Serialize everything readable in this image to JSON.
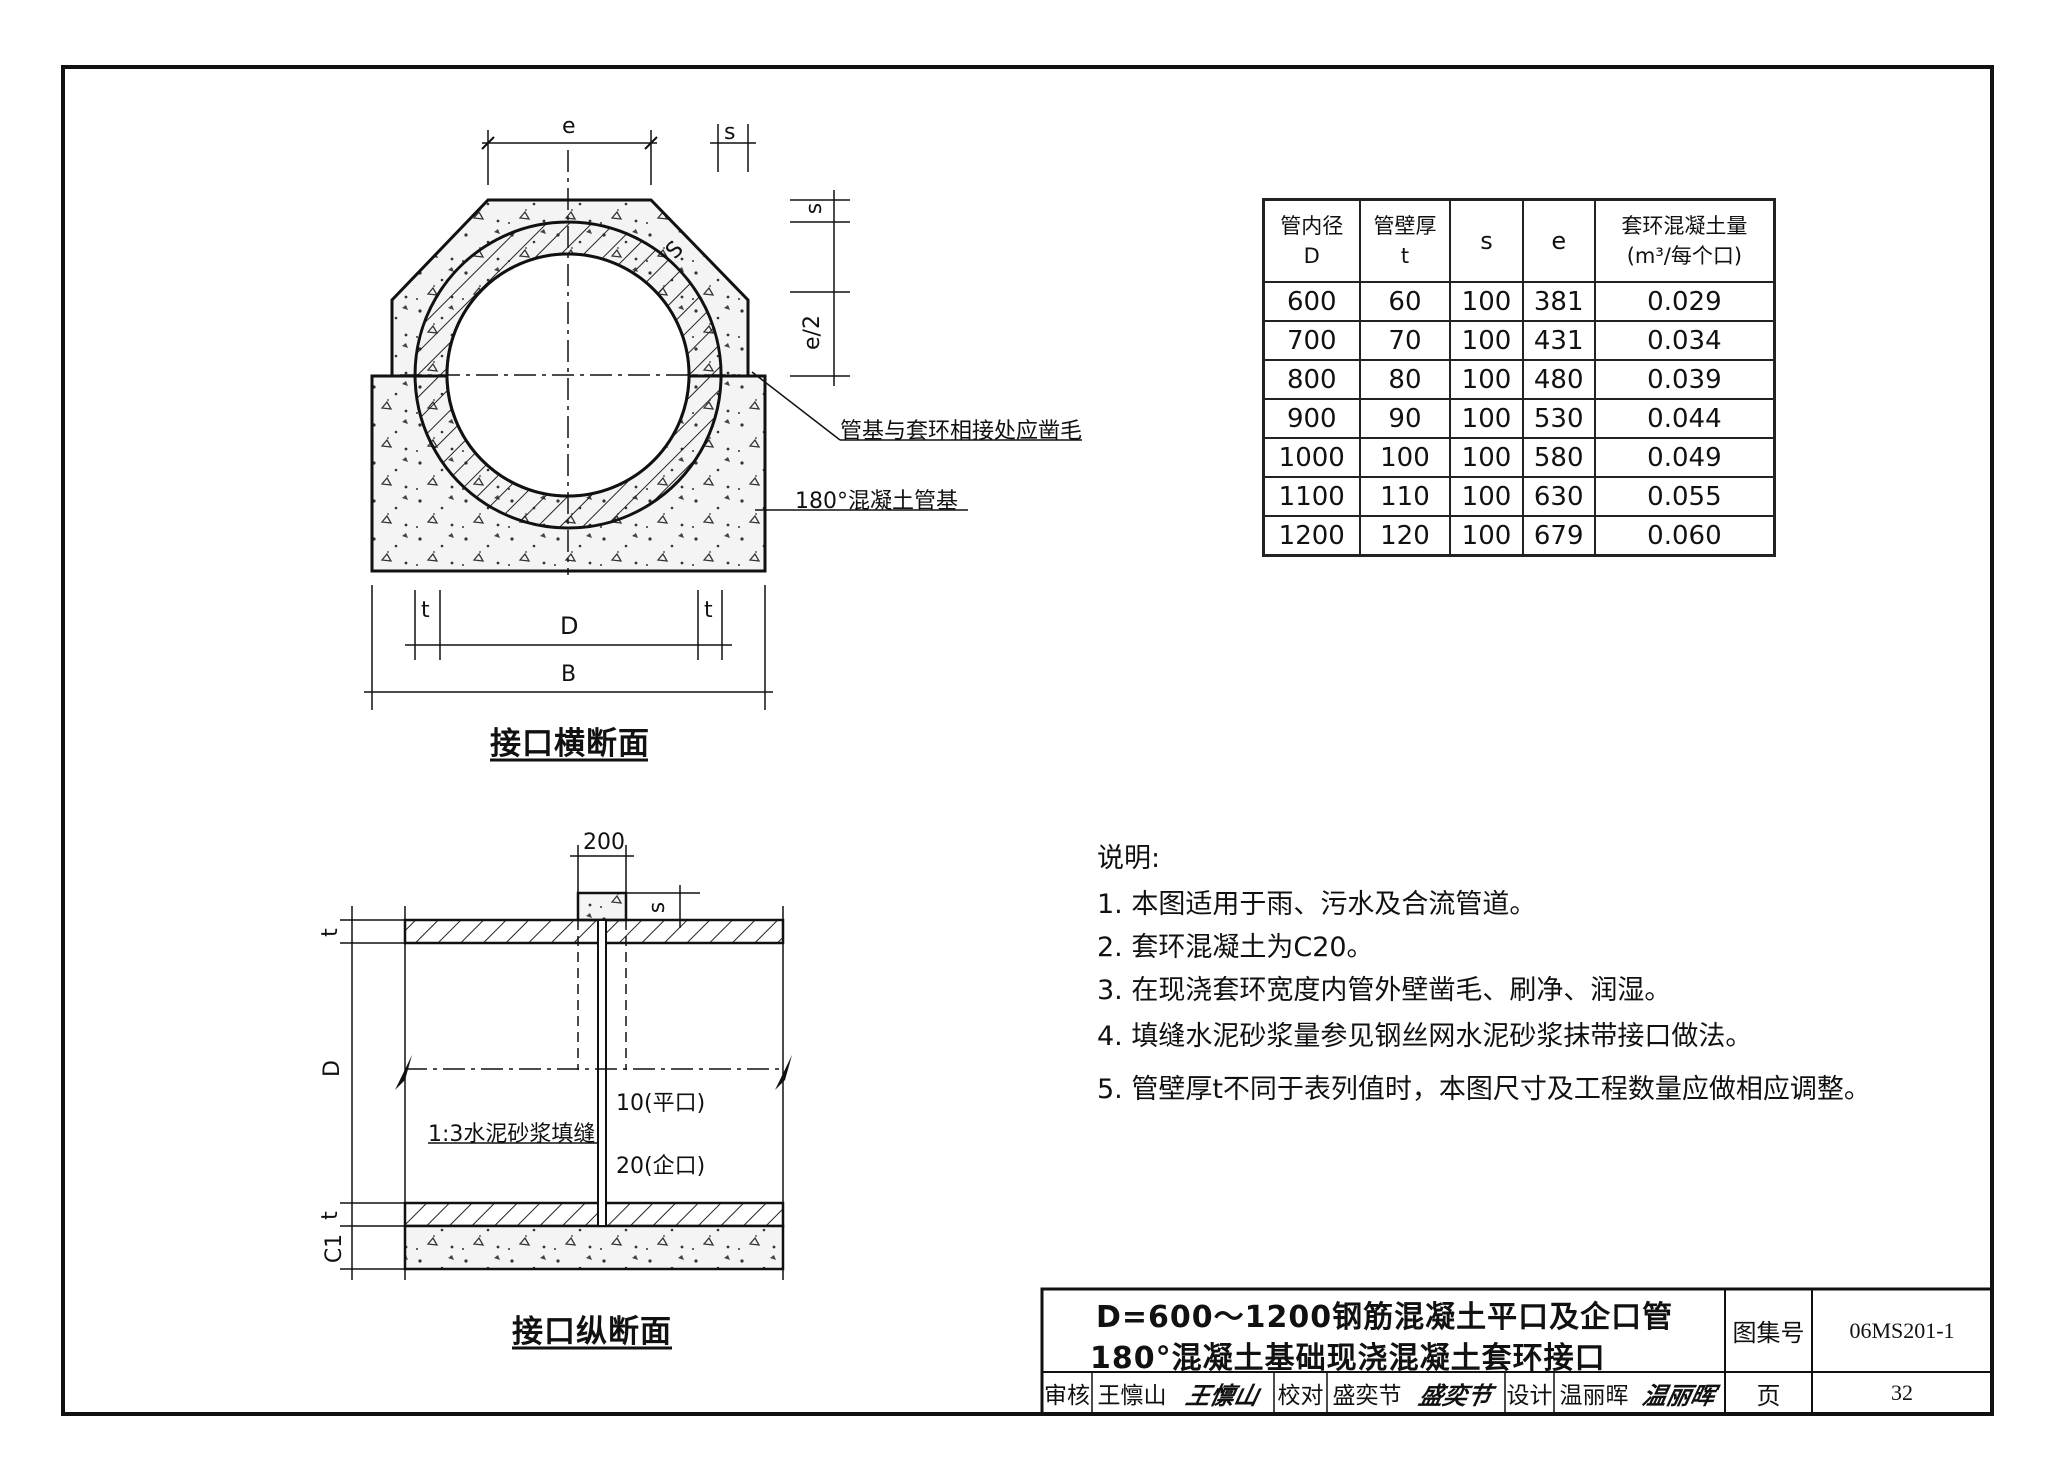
{
  "cross_section": {
    "title": "接口横断面",
    "dim_e": "e",
    "dim_s_top": "s",
    "dim_s_right": "s",
    "dim_s_ring": "S",
    "dim_e_half": "e/2",
    "dim_t_left": "t",
    "dim_t_right": "t",
    "dim_D": "D",
    "dim_B": "B",
    "callout_roughen": "管基与套环相接处应凿毛",
    "callout_base": "180°混凝土管基"
  },
  "long_section": {
    "title": "接口纵断面",
    "dim_200": "200",
    "dim_s": "s",
    "dim_t_top": "t",
    "dim_D": "D",
    "dim_t_bottom": "t",
    "dim_C1": "C1",
    "label_flat": "10(平口)",
    "label_tongue": "20(企口)",
    "label_mortar": "1:3水泥砂浆填缝"
  },
  "spec_table": {
    "headers": [
      [
        "管内径",
        "D"
      ],
      [
        "管壁厚",
        "t"
      ],
      [
        "s"
      ],
      [
        "e"
      ],
      [
        "套环混凝土量",
        "(m³/每个口)"
      ]
    ],
    "rows": [
      [
        "600",
        "60",
        "100",
        "381",
        "0.029"
      ],
      [
        "700",
        "70",
        "100",
        "431",
        "0.034"
      ],
      [
        "800",
        "80",
        "100",
        "480",
        "0.039"
      ],
      [
        "900",
        "90",
        "100",
        "530",
        "0.044"
      ],
      [
        "1000",
        "100",
        "100",
        "580",
        "0.049"
      ],
      [
        "1100",
        "110",
        "100",
        "630",
        "0.055"
      ],
      [
        "1200",
        "120",
        "100",
        "679",
        "0.060"
      ]
    ]
  },
  "notes": {
    "heading": "说明:",
    "items": [
      "1.  本图适用于雨、污水及合流管道。",
      "2.  套环混凝土为C20。",
      "3.  在现浇套环宽度内管外壁凿毛、刷净、润湿。",
      "4.  填缝水泥砂浆量参见钢丝网水泥砂浆抹带接口做法。",
      "5.  管壁厚t不同于表列值时，本图尺寸及工程数量应做相应调整。"
    ]
  },
  "title_block": {
    "title_line1": "D=600～1200钢筋混凝土平口及企口管",
    "title_line2": "180°混凝土基础现浇混凝土套环接口",
    "atlas_label": "图集号",
    "atlas_no": "06MS201-1",
    "page_label": "页",
    "page_no": "32",
    "review_label": "审核",
    "review_name": "王懔山",
    "review_signature": "王懔山",
    "check_label": "校对",
    "check_name": "盛奕节",
    "check_signature": "盛奕节",
    "design_label": "设计",
    "design_name": "温丽晖",
    "design_signature": "温丽晖"
  }
}
